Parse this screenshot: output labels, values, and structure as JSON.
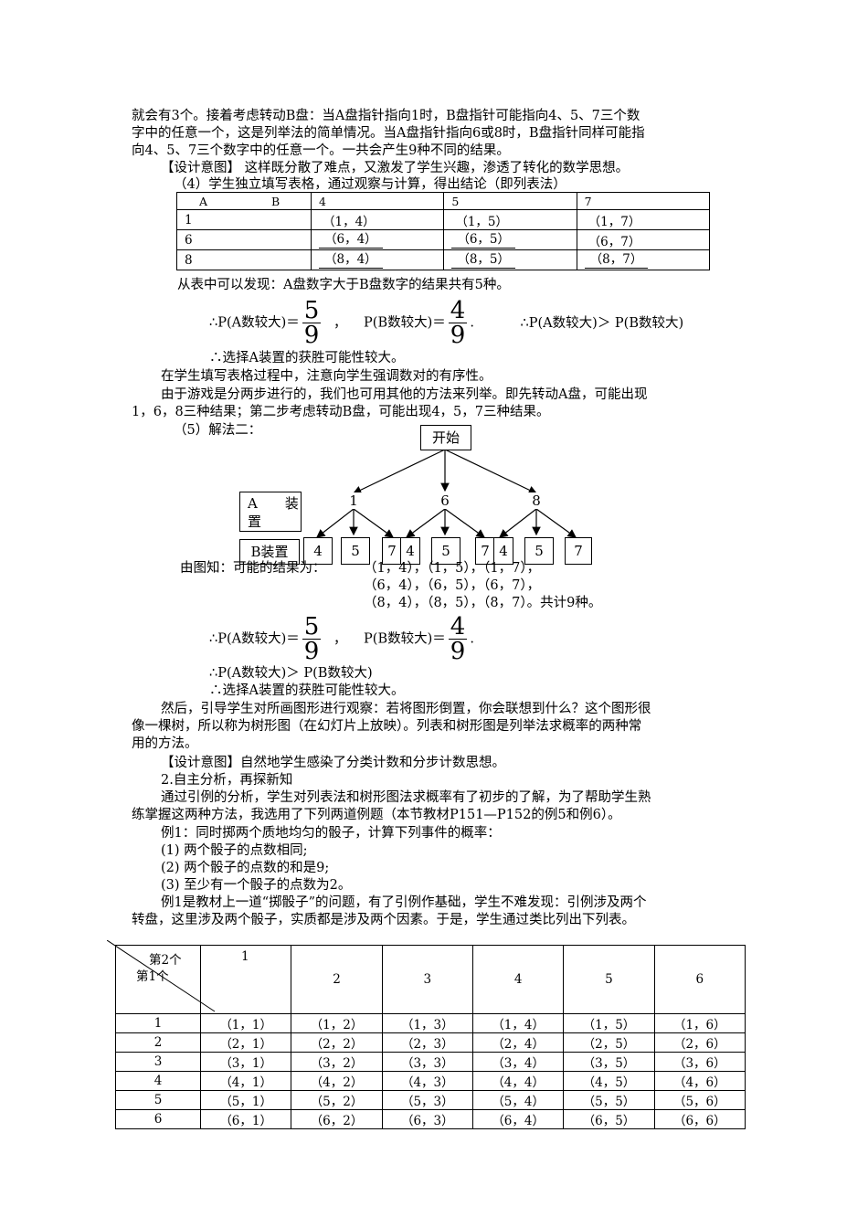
{
  "para1": {
    "line1": "就会有3个。接着考虑转动B盘：当A盘指针指向1时，B盘指针可能指向4、5、7三个数",
    "line2": "字中的任意一个，这是列举法的简单情况。当A盘指针指向6或8时，B盘指针同样可能指",
    "line3": "向4、5、7三个数字中的任意一个。一共会产生9种不同的结果。"
  },
  "intent1": "【设计意图】  这样既分散了难点，又激发了学生兴趣，渗透了转化的数学思想。",
  "step4": "（4）学生独立填写表格，通过观察与计算，得出结论（即列表法）",
  "table1": {
    "header": [
      "A",
      "B",
      "4",
      "5",
      "7"
    ],
    "rows": [
      {
        "a": "1",
        "c": [
          "（1，4）",
          "（1，5）",
          "（1，7）"
        ]
      },
      {
        "a": "6",
        "c": [
          "（6，4）",
          "（6，5）",
          "（6，7）"
        ]
      },
      {
        "a": "8",
        "c": [
          "（8，4）",
          "（8，5）",
          "（8，7）"
        ]
      }
    ]
  },
  "find1": "从表中可以发现：A盘数字大于B盘数字的结果共有5种。",
  "prob": {
    "pa": "∴P(A数较大)＝",
    "pa_num": "5",
    "pa_den": "9",
    "sep": "，",
    "pb": "P(B数较大)＝",
    "pb_num": "4",
    "pb_den": "9",
    "dot": ".",
    "cmp": "∴P(A数较大)＞ P(B数较大)"
  },
  "choose1": "∴选择A装置的获胜可能性较大。",
  "note1": "在学生填写表格过程中，注意向学生强调数对的有序性。",
  "para2": {
    "line1": "由于游戏是分两步进行的，我们也可用其他的方法来列举。即先转动A盘，可能出现",
    "line2": "1，6，8三种结果；第二步考虑转动B盘，可能出现4，5，7三种结果。"
  },
  "method2": "（5）解法二：",
  "tree": {
    "root": "开始",
    "a_label_1": "A　　装",
    "a_label_2": "置",
    "a_nodes": [
      "1",
      "6",
      "8"
    ],
    "b_label": "B装置",
    "b_nodes": [
      "4",
      "5",
      "7",
      "4",
      "5",
      "7",
      "4",
      "5",
      "7"
    ]
  },
  "result": {
    "intro": "由图知：可能的结果为：",
    "row1": "（1，4），（1，5），（1，7），",
    "row2": "（6，4），（6，5），（6，7），",
    "row3": "（8，4），（8，5），（8，7）。共计9种。"
  },
  "prob2": {
    "pa": "∴P(A数较大)＝",
    "pa_num": "5",
    "pa_den": "9",
    "sep": "，",
    "pb": "P(B数较大)＝",
    "pb_num": "4",
    "pb_den": "9",
    "dot": "."
  },
  "cmp2": "∴P(A数较大)＞ P(B数较大)",
  "choose2": "∴选择A装置的获胜可能性较大。",
  "para3": {
    "line1": "然后，引导学生对所画图形进行观察：若将图形倒置，你会联想到什么？这个图形很",
    "line2": "像一棵树，所以称为树形图（在幻灯片上放映）。列表和树形图是列举法求概率的两种常",
    "line3": "用的方法。"
  },
  "intent2": "【设计意图】自然地学生感染了分类计数和分步计数思想。",
  "section2": "2.自主分析，再探新知",
  "para4": {
    "line1": "通过引例的分析，学生对列表法和树形图法求概率有了初步的了解，为了帮助学生熟",
    "line2": "练掌握这两种方法，我选用了下列两道例题（本节教材P151—P152的例5和例6）。"
  },
  "ex1": "例1：同时掷两个质地均匀的骰子，计算下列事件的概率：",
  "ex1_items": [
    "(1)  两个骰子的点数相同;",
    "(2)  两个骰子的点数的和是9;",
    "(3)  至少有一个骰子的点数为2。"
  ],
  "para5": {
    "line1": "例1是教材上一道“掷骰子”的问题，有了引例作基础，学生不难发现：引例涉及两个",
    "line2": "转盘，这里涉及两个骰子，实质都是涉及两个因素。于是，学生通过类比列出下列表。"
  },
  "table2": {
    "corner_top": "第2个",
    "corner_bottom": "第1个",
    "cols": [
      "1",
      "2",
      "3",
      "4",
      "5",
      "6"
    ],
    "rows": [
      {
        "h": "1",
        "c": [
          "（1，1）",
          "（1，2）",
          "（1，3）",
          "（1，4）",
          "（1，5）",
          "（1，6）"
        ]
      },
      {
        "h": "2",
        "c": [
          "（2，1）",
          "（2，2）",
          "（2，3）",
          "（2，4）",
          "（2，5）",
          "（2，6）"
        ]
      },
      {
        "h": "3",
        "c": [
          "（3，1）",
          "（3，2）",
          "（3，3）",
          "（3，4）",
          "（3，5）",
          "（3，6）"
        ]
      },
      {
        "h": "4",
        "c": [
          "（4，1）",
          "（4，2）",
          "（4，3）",
          "（4，4）",
          "（4，5）",
          "（4，6）"
        ]
      },
      {
        "h": "5",
        "c": [
          "（5，1）",
          "（5，2）",
          "（5，3）",
          "（5，4）",
          "（5，5）",
          "（5，6）"
        ]
      },
      {
        "h": "6",
        "c": [
          "（6，1）",
          "（6，2）",
          "（6，3）",
          "（6，4）",
          "（6，5）",
          "（6，6）"
        ]
      }
    ]
  }
}
